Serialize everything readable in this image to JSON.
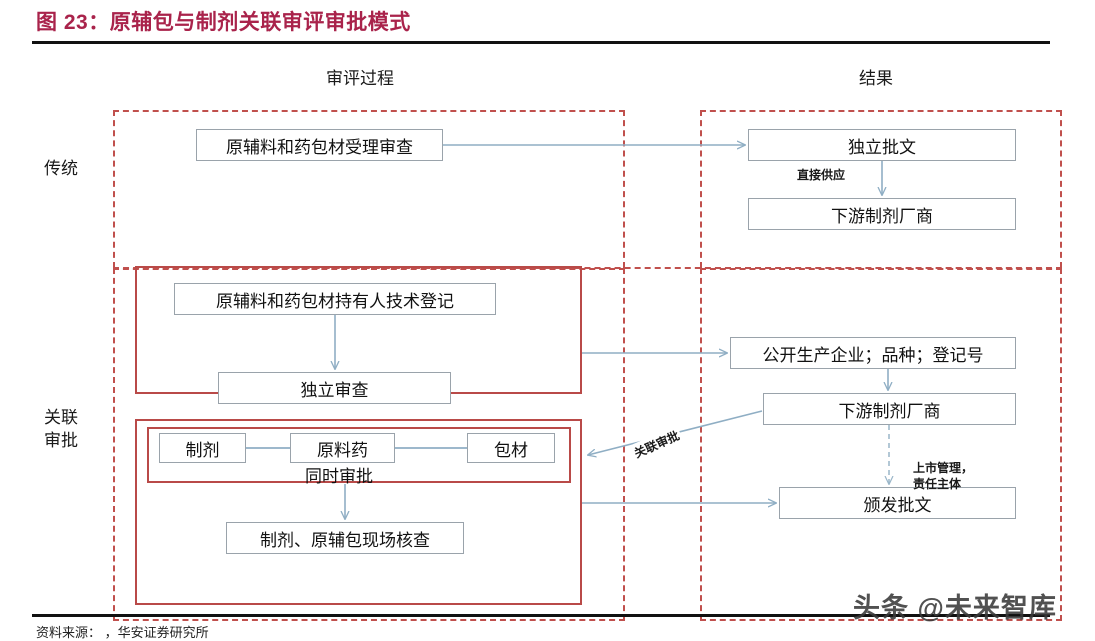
{
  "title": {
    "text": "图 23：原辅包与制剂关联审评审批模式",
    "color": "#a9234b"
  },
  "columns": {
    "process": "审评过程",
    "result": "结果"
  },
  "rows": {
    "traditional": "传统",
    "associated": "关联\n审批",
    "associated_line1": "关联",
    "associated_line2": "审批"
  },
  "boxes": {
    "accept_review": "原辅料和药包材受理审查",
    "independent_doc": "独立批文",
    "downstream_manufacturer_1": "下游制剂厂商",
    "tech_register": "原辅料和药包材持有人技术登记",
    "independent_review": "独立审查",
    "public_info": "公开生产企业；品种；登记号",
    "downstream_manufacturer_2": "下游制剂厂商",
    "issue_approval": "颁发批文",
    "preparation": "制剂",
    "api": "原料药",
    "packaging": "包材",
    "onsite_check": "制剂、原辅包现场核查"
  },
  "labels": {
    "concurrent_approval": "同时审批",
    "direct_supply": "直接供应",
    "market_management_line1": "上市管理，",
    "market_management_line2": "责任主体",
    "linked_approval": "关联审批"
  },
  "watermark": "头条 @未来智库",
  "source_line": "资料来源：      ，华安证券研究所",
  "colors": {
    "title": "#a9234b",
    "dashed_region": "#c0504d",
    "red_group": "#b94a48",
    "connector": "#8faec4",
    "box_border": "#9aa3ab",
    "rule": "#111111"
  }
}
